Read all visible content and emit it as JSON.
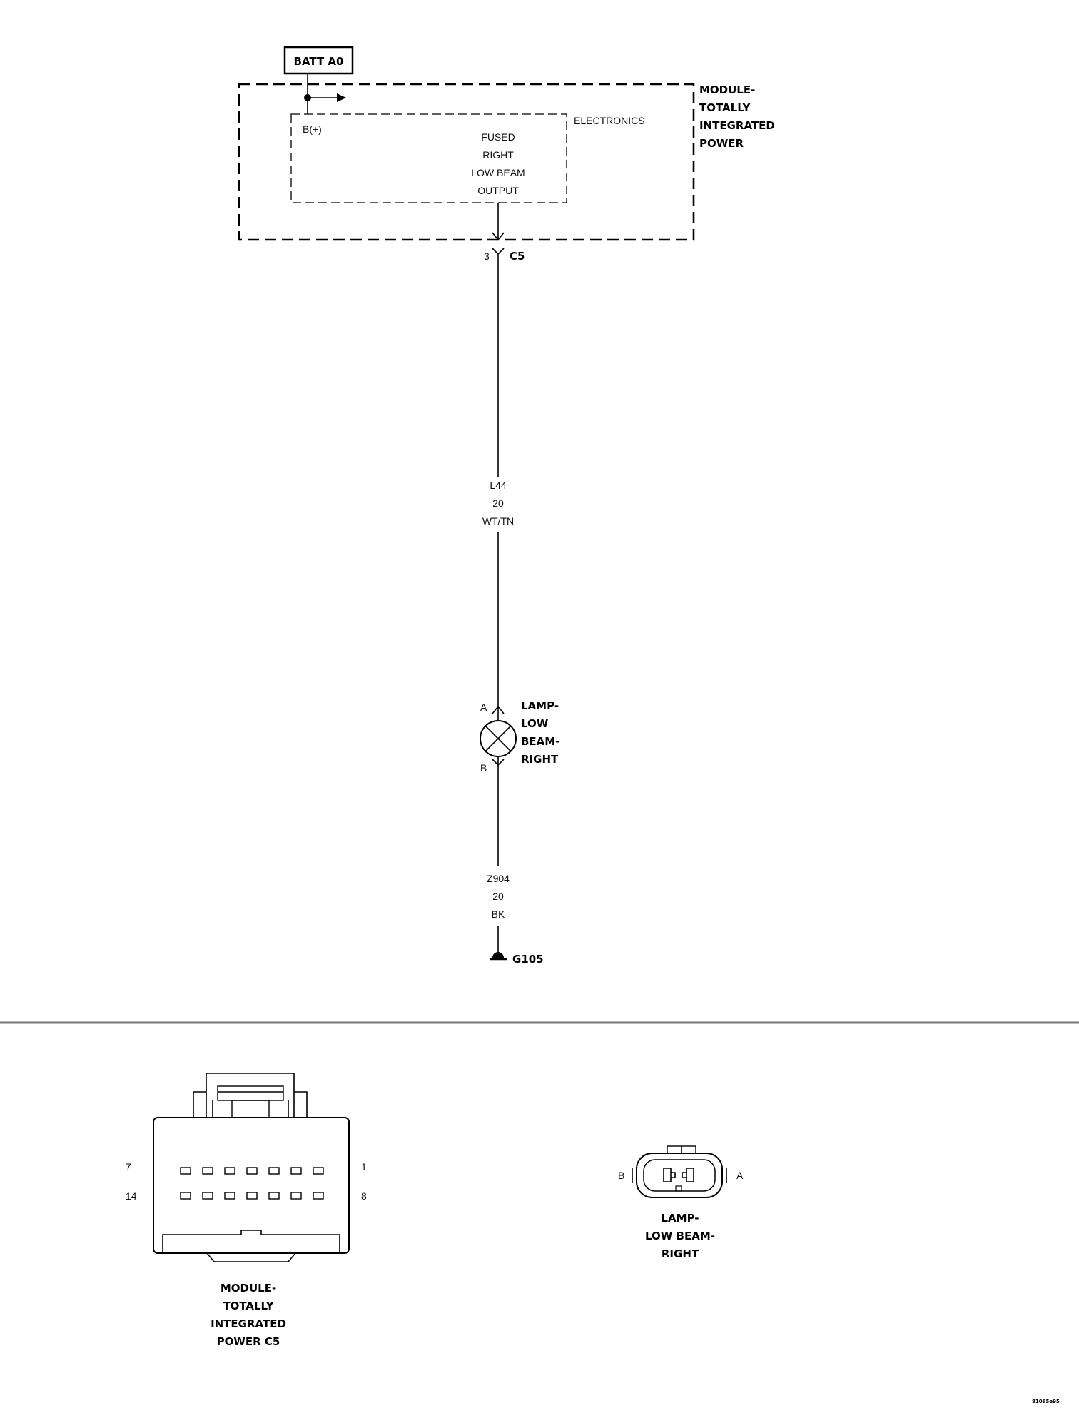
{
  "power_source": {
    "label": "BATT A0"
  },
  "module": {
    "name_lines": [
      "MODULE-",
      "TOTALLY",
      "INTEGRATED",
      "POWER"
    ],
    "electronics_label": "ELECTRONICS",
    "input_label": "B(+)",
    "output_lines": [
      "FUSED",
      "RIGHT",
      "LOW BEAM",
      "OUTPUT"
    ]
  },
  "connector_c5": {
    "pin": "3",
    "name": "C5"
  },
  "wire_upper": {
    "circuit": "L44",
    "gauge": "20",
    "color": "WT/TN"
  },
  "lamp": {
    "pin_a": "A",
    "pin_b": "B",
    "name_lines": [
      "LAMP-",
      "LOW",
      "BEAM-",
      "RIGHT"
    ]
  },
  "wire_lower": {
    "circuit": "Z904",
    "gauge": "20",
    "color": "BK"
  },
  "ground": {
    "name": "G105"
  },
  "connector_views": {
    "module_c5": {
      "pin_labels": {
        "top_left": "7",
        "bottom_left": "14",
        "top_right": "1",
        "bottom_right": "8"
      },
      "name_lines": [
        "MODULE-",
        "TOTALLY",
        "INTEGRATED",
        "POWER C5"
      ]
    },
    "lamp": {
      "pin_left": "B",
      "pin_right": "A",
      "name_lines": [
        "LAMP-",
        "LOW BEAM-",
        "RIGHT"
      ]
    }
  },
  "figure_id": "81065e95"
}
